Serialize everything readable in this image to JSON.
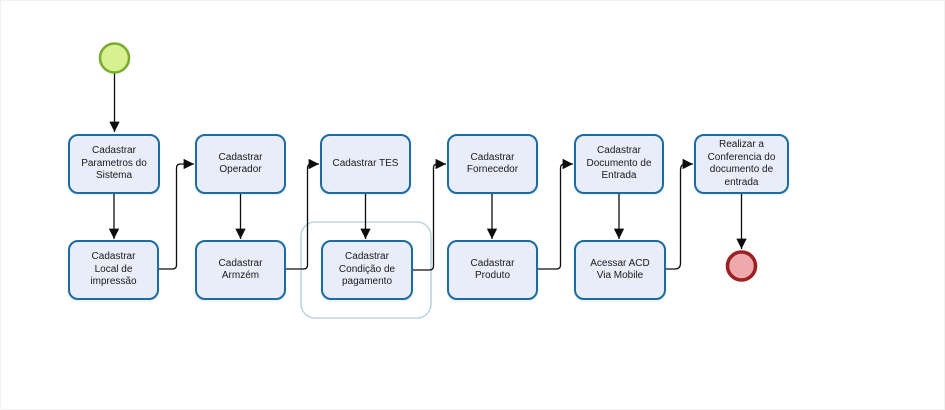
{
  "diagram": {
    "nodes": [
      {
        "id": "cadastrar-parametros-do-sistema",
        "label": "Cadastrar\nParametros do\nSistema"
      },
      {
        "id": "cadastrar-operador",
        "label": "Cadastrar\nOperador"
      },
      {
        "id": "cadastrar-tes",
        "label": "Cadastrar TES"
      },
      {
        "id": "cadastrar-fornecedor",
        "label": "Cadastrar\nFornecedor"
      },
      {
        "id": "cadastrar-documento-de-entrada",
        "label": "Cadastrar\nDocumento de\nEntrada"
      },
      {
        "id": "realizar-a-conferencia-do-documento-de-entrada",
        "label": "Realizar a\nConferencia do\ndocumento de\nentrada"
      },
      {
        "id": "cadastrar-local-de-impressao",
        "label": "Cadastrar\nLocal de\nimpressão"
      },
      {
        "id": "cadastrar-armzem",
        "label": "Cadastrar\nArmzém"
      },
      {
        "id": "cadastrar-condicao-de-pagamento",
        "label": "Cadastrar\nCondição de\npagamento"
      },
      {
        "id": "cadastrar-produto",
        "label": "Cadastrar\nProduto"
      },
      {
        "id": "acessar-acd-via-mobile",
        "label": "Acessar ACD\nVia Mobile"
      }
    ],
    "events": {
      "start": "start-event",
      "end": "end-event"
    },
    "colors": {
      "task_fill": "#E9EDFA",
      "task_border": "#1B6CA0",
      "group_fill": "#FFFFFF",
      "group_border": "#BDD7E1",
      "start_fill": "#D7F191",
      "start_border": "#79AC31",
      "end_fill": "#EFA9AC",
      "end_border": "#9C2123",
      "connector": "#0D0D0D",
      "text": "#1A1A1A"
    }
  }
}
